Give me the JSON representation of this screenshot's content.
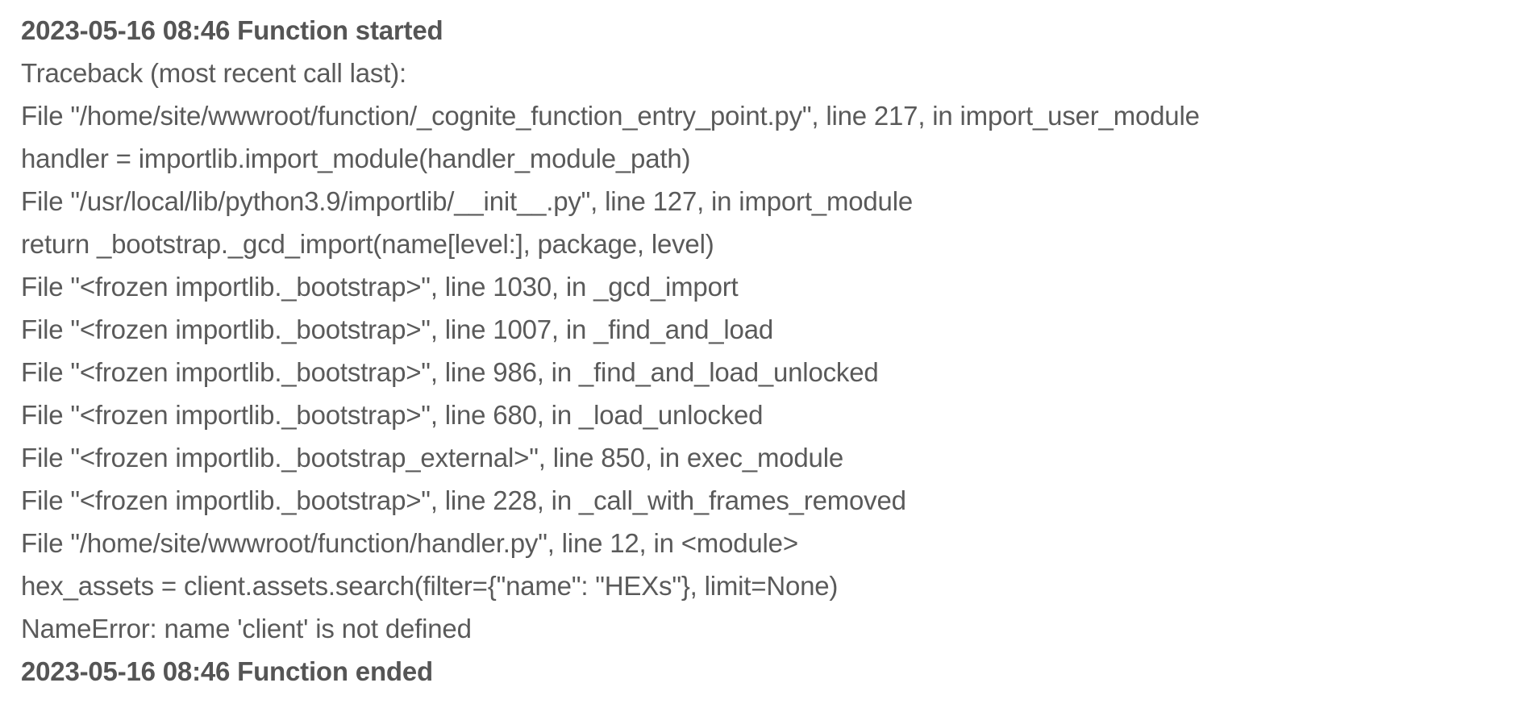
{
  "log": {
    "start": "2023-05-16 08:46 Function started",
    "lines": [
      "Traceback (most recent call last):",
      "File \"/home/site/wwwroot/function/_cognite_function_entry_point.py\", line 217, in import_user_module",
      "handler = importlib.import_module(handler_module_path)",
      "File \"/usr/local/lib/python3.9/importlib/__init__.py\", line 127, in import_module",
      "return _bootstrap._gcd_import(name[level:], package, level)",
      "File \"<frozen importlib._bootstrap>\", line 1030, in _gcd_import",
      "File \"<frozen importlib._bootstrap>\", line 1007, in _find_and_load",
      "File \"<frozen importlib._bootstrap>\", line 986, in _find_and_load_unlocked",
      "File \"<frozen importlib._bootstrap>\", line 680, in _load_unlocked",
      "File \"<frozen importlib._bootstrap_external>\", line 850, in exec_module",
      "File \"<frozen importlib._bootstrap>\", line 228, in _call_with_frames_removed",
      "File \"/home/site/wwwroot/function/handler.py\", line 12, in <module>",
      "hex_assets = client.assets.search(filter={\"name\": \"HEXs\"}, limit=None)",
      "NameError: name 'client' is not defined"
    ],
    "end": "2023-05-16 08:46 Function ended"
  }
}
